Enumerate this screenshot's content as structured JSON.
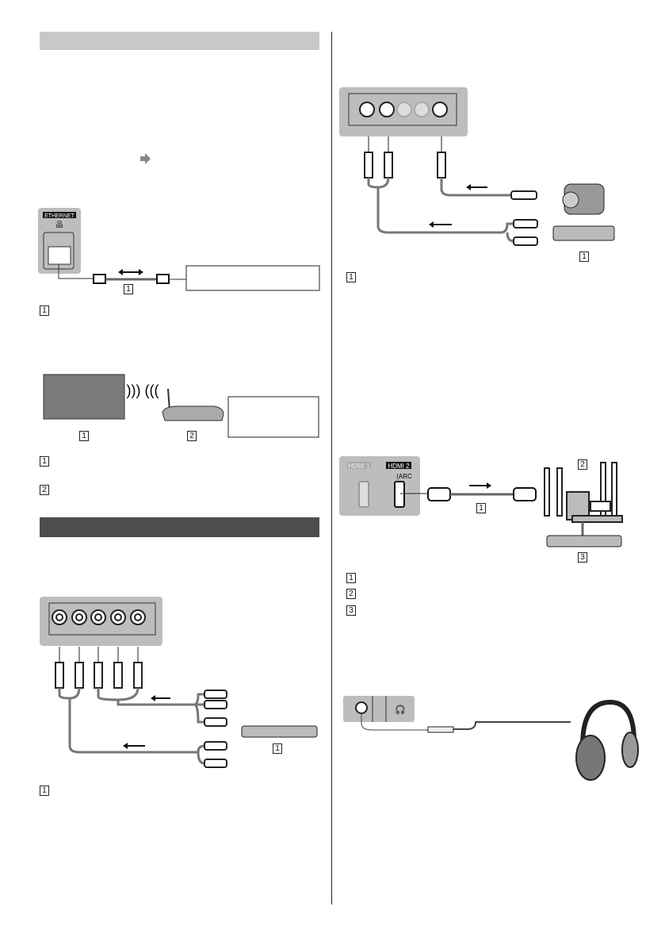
{
  "ethernet": {
    "port_label": "ETHERNET",
    "cable_ref": "1"
  },
  "ethernet_legend": [
    "1"
  ],
  "wireless": {
    "tv_ref": "1",
    "router_ref": "2"
  },
  "wireless_legend": [
    "1",
    "2"
  ],
  "component": {
    "device_ref": "1"
  },
  "component_legend": [
    "1"
  ],
  "composite": {
    "device_ref": "1"
  },
  "composite_legend": [
    "1"
  ],
  "hdmi": {
    "port1_label": "HDMI 1",
    "port2_label": "HDMI 2",
    "arc_label": "(ARC",
    "cable_ref": "1",
    "speaker_ref": "2",
    "amp_ref": "3"
  },
  "hdmi_legend": [
    "1",
    "2",
    "3"
  ],
  "colors": {
    "header_light": "#c8c8c8",
    "header_dark": "#4d4d4d",
    "panel_gray": "#bdbdbd"
  }
}
